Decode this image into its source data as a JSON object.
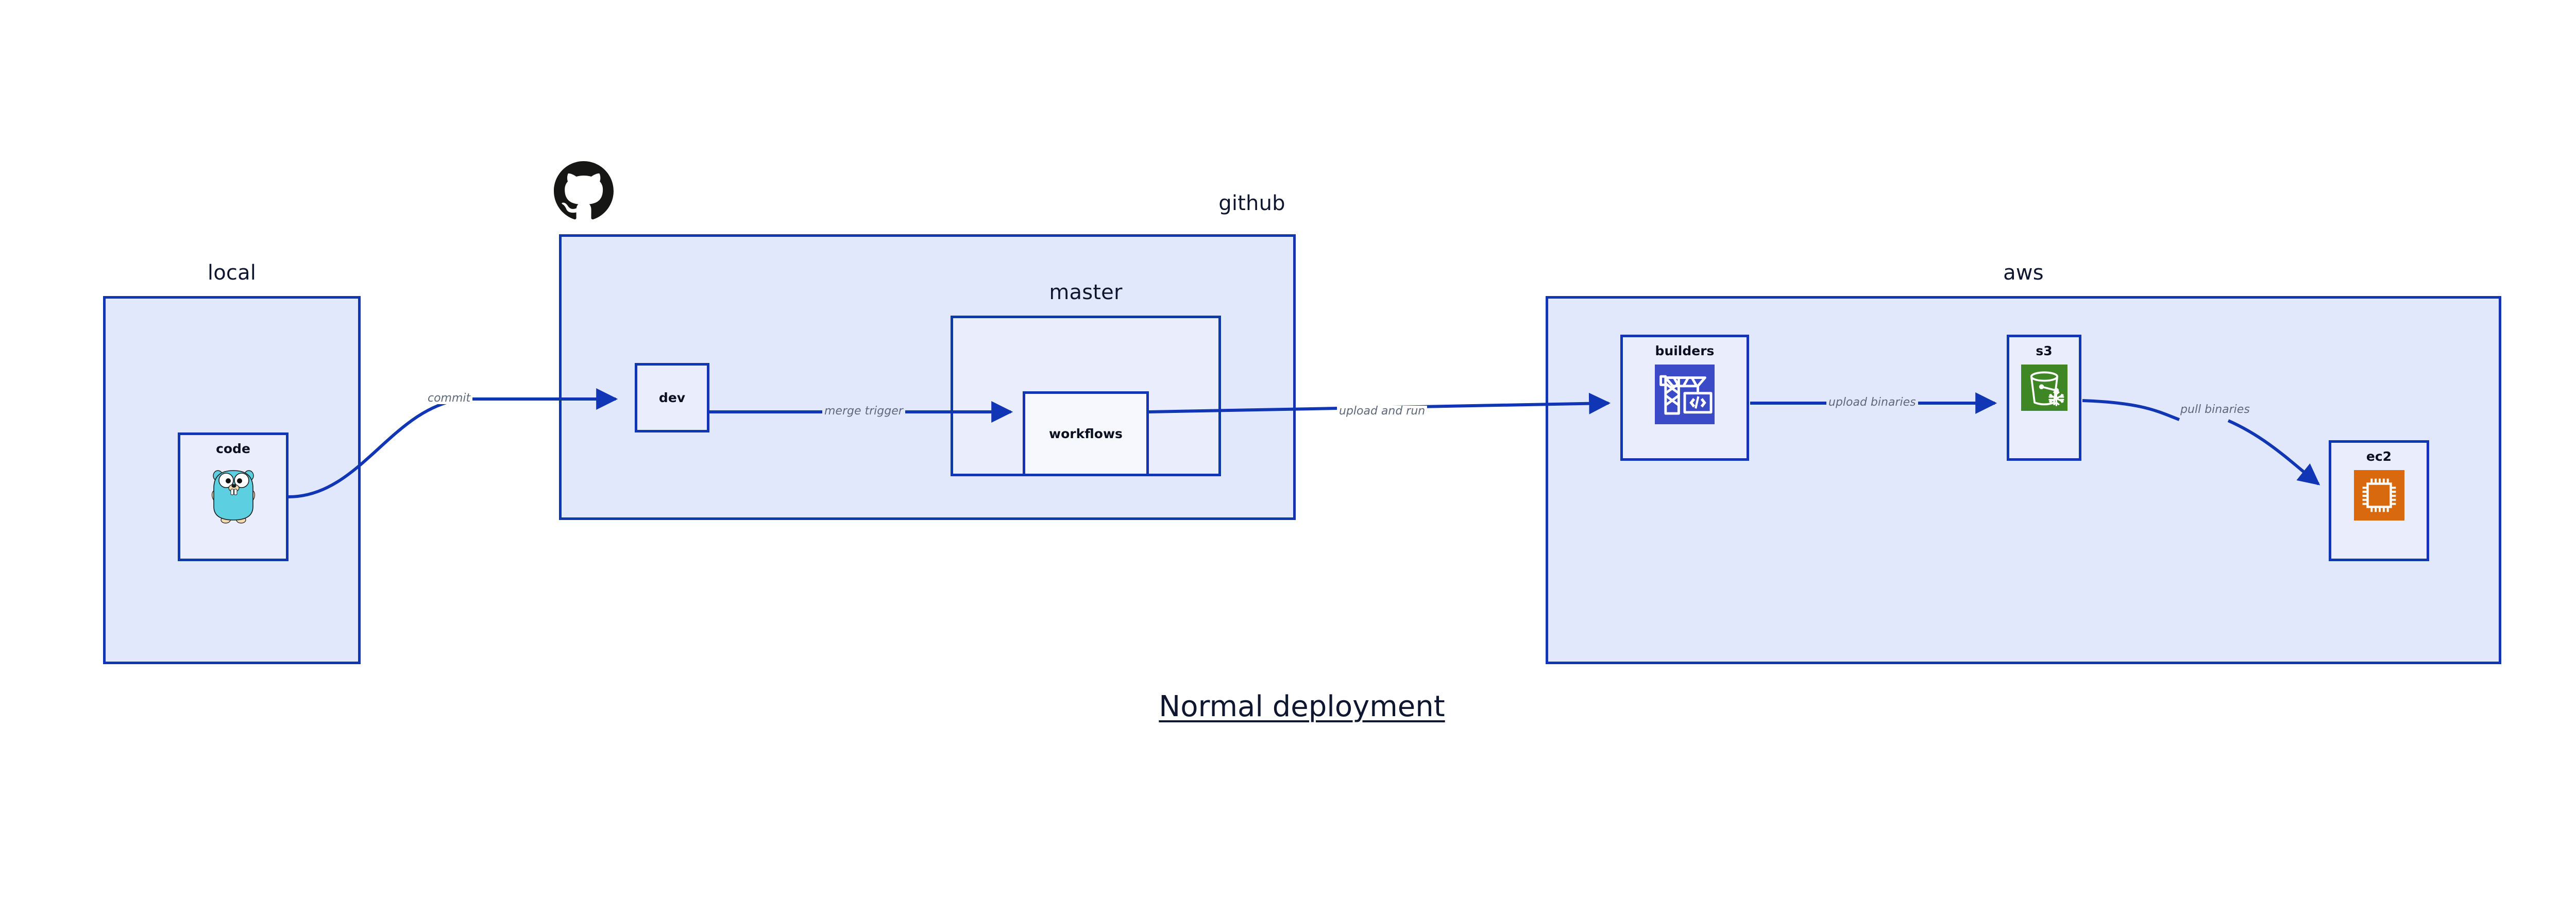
{
  "diagram": {
    "title": "Normal deployment",
    "accent_border": "#1136b5",
    "group_fill": "#e2e8fb",
    "group_inner_fill": "#eaeefc",
    "node_fill": "#eaeefc",
    "node_fill_light": "#f6f8fe",
    "label_color": "#0f1630",
    "edge_label_color": "#5f6878"
  },
  "groups": [
    {
      "id": "local",
      "label": "local"
    },
    {
      "id": "github",
      "label": "github"
    },
    {
      "id": "master",
      "label": "master"
    },
    {
      "id": "aws",
      "label": "aws"
    }
  ],
  "nodes": [
    {
      "id": "code",
      "label": "code",
      "icon": "go-gopher-icon",
      "icon_color": "#5ccfe0"
    },
    {
      "id": "dev",
      "label": "dev",
      "icon": "none",
      "icon_color": ""
    },
    {
      "id": "workflows",
      "label": "workflows",
      "icon": "none",
      "icon_color": ""
    },
    {
      "id": "builders",
      "label": "builders",
      "icon": "aws-codebuild-crane-icon",
      "icon_color": "#3b4bc8"
    },
    {
      "id": "s3",
      "label": "s3",
      "icon": "aws-s3-glacier-bucket-icon",
      "icon_color": "#3f8624"
    },
    {
      "id": "ec2",
      "label": "ec2",
      "icon": "aws-ec2-cpu-chip-icon",
      "icon_color": "#d9690f"
    }
  ],
  "edges": [
    {
      "id": "commit",
      "label": "commit",
      "from": "code",
      "to": "dev"
    },
    {
      "id": "merge-trigger",
      "label": "merge trigger",
      "from": "dev",
      "to": "workflows"
    },
    {
      "id": "upload-and-run",
      "label": "upload and run",
      "from": "workflows",
      "to": "builders"
    },
    {
      "id": "upload-binaries",
      "label": "upload binaries",
      "from": "builders",
      "to": "s3"
    },
    {
      "id": "pull-binaries",
      "label": "pull binaries",
      "from": "s3",
      "to": "ec2"
    }
  ],
  "logos": [
    {
      "id": "github-octocat",
      "name": "github-octocat-logo",
      "color": "#161614"
    }
  ]
}
